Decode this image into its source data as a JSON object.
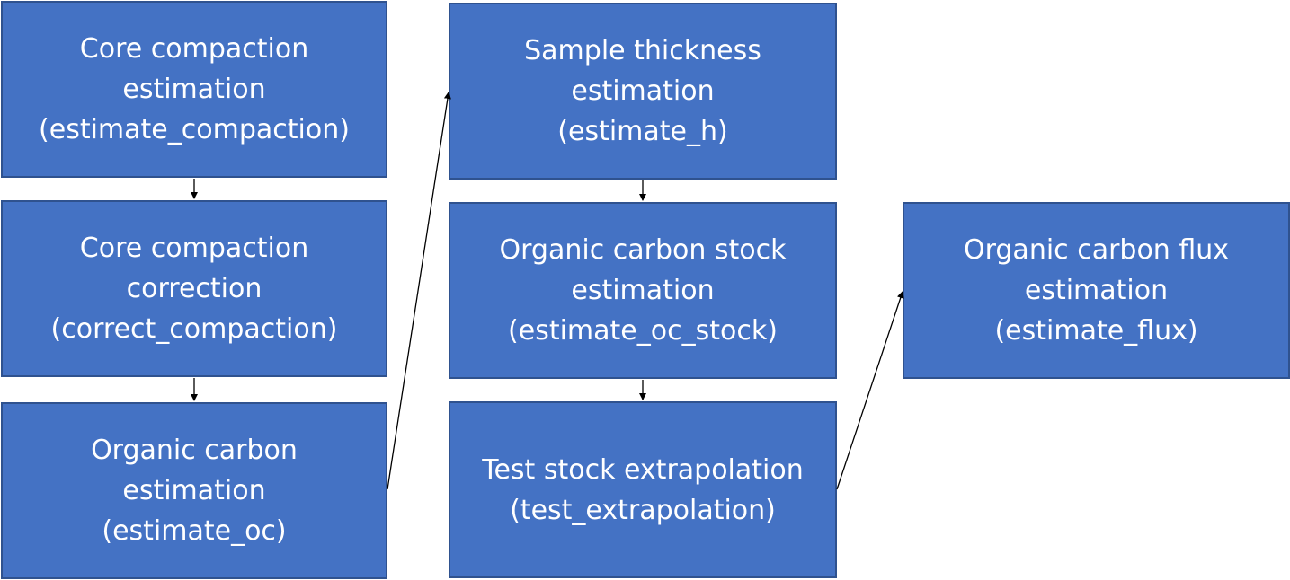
{
  "diagram": {
    "nodes": [
      {
        "id": "b1",
        "lines": [
          "Core compaction",
          "estimation",
          "(estimate_compaction)"
        ]
      },
      {
        "id": "b2",
        "lines": [
          "Core compaction",
          "correction",
          "(correct_compaction)"
        ]
      },
      {
        "id": "b3",
        "lines": [
          "Organic carbon",
          "estimation",
          "(estimate_oc)"
        ]
      },
      {
        "id": "b4",
        "lines": [
          "Sample thickness",
          "estimation",
          "(estimate_h)"
        ]
      },
      {
        "id": "b5",
        "lines": [
          "Organic carbon stock",
          "estimation",
          "(estimate_oc_stock)"
        ]
      },
      {
        "id": "b6",
        "lines": [
          "Test stock extrapolation",
          "(test_extrapolation)"
        ]
      },
      {
        "id": "b7",
        "lines": [
          "Organic carbon flux",
          "estimation",
          "(estimate_flux)"
        ]
      }
    ],
    "edges": [
      {
        "from": "b1",
        "to": "b2"
      },
      {
        "from": "b2",
        "to": "b3"
      },
      {
        "from": "b3",
        "to": "b4"
      },
      {
        "from": "b4",
        "to": "b5"
      },
      {
        "from": "b5",
        "to": "b6"
      },
      {
        "from": "b6",
        "to": "b7"
      }
    ],
    "colors": {
      "box_fill": "#4472C4",
      "box_border": "#2F528F",
      "text": "#FFFFFF",
      "connector": "#000000"
    }
  }
}
